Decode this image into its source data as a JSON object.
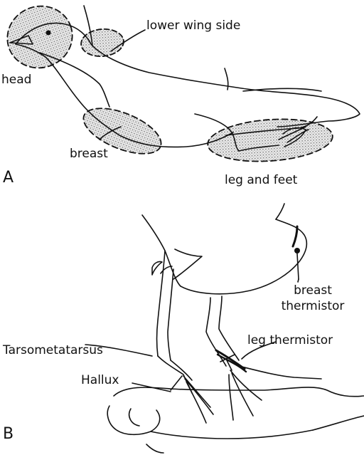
{
  "panel_a": {
    "panel_label": "A",
    "regions": {
      "head": "head",
      "lower_wing_side": "lower wing side",
      "breast": "breast",
      "leg_and_feet": "leg and feet"
    },
    "dot_color": "#8a8a8a"
  },
  "panel_b": {
    "panel_label": "B",
    "labels": {
      "breast_thermistor_line1": "breast",
      "breast_thermistor_line2": "thermistor",
      "tarsometatarsus": "Tarsometatarsus",
      "leg_thermistor": "leg thermistor",
      "hallux": "Hallux"
    }
  }
}
